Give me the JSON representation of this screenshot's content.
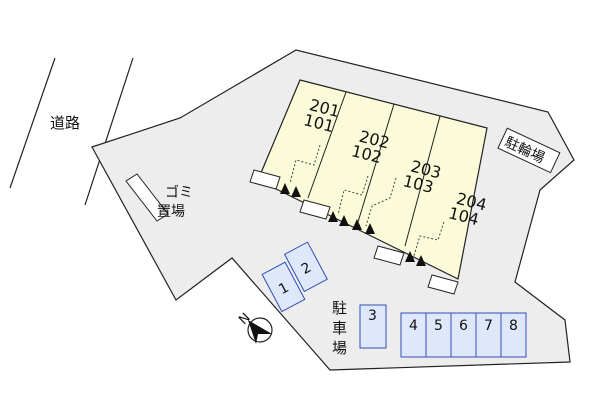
{
  "road_label": "道路",
  "trash_label": [
    "ゴミ",
    "置場"
  ],
  "bicycle_label": "駐輪場",
  "parking_label": [
    "駐",
    "車",
    "場"
  ],
  "north_label": "N",
  "units": [
    {
      "upper": "201",
      "lower": "101"
    },
    {
      "upper": "202",
      "lower": "102"
    },
    {
      "upper": "203",
      "lower": "103"
    },
    {
      "upper": "204",
      "lower": "104"
    }
  ],
  "parking_spaces": [
    "1",
    "2",
    "3",
    "4",
    "5",
    "6",
    "7",
    "8"
  ],
  "colors": {
    "lot": "#ededed",
    "building": "#fbfbd9",
    "parking": "#dfe8fa",
    "parking_stroke": "#2f4fb8",
    "line": "#222222"
  }
}
